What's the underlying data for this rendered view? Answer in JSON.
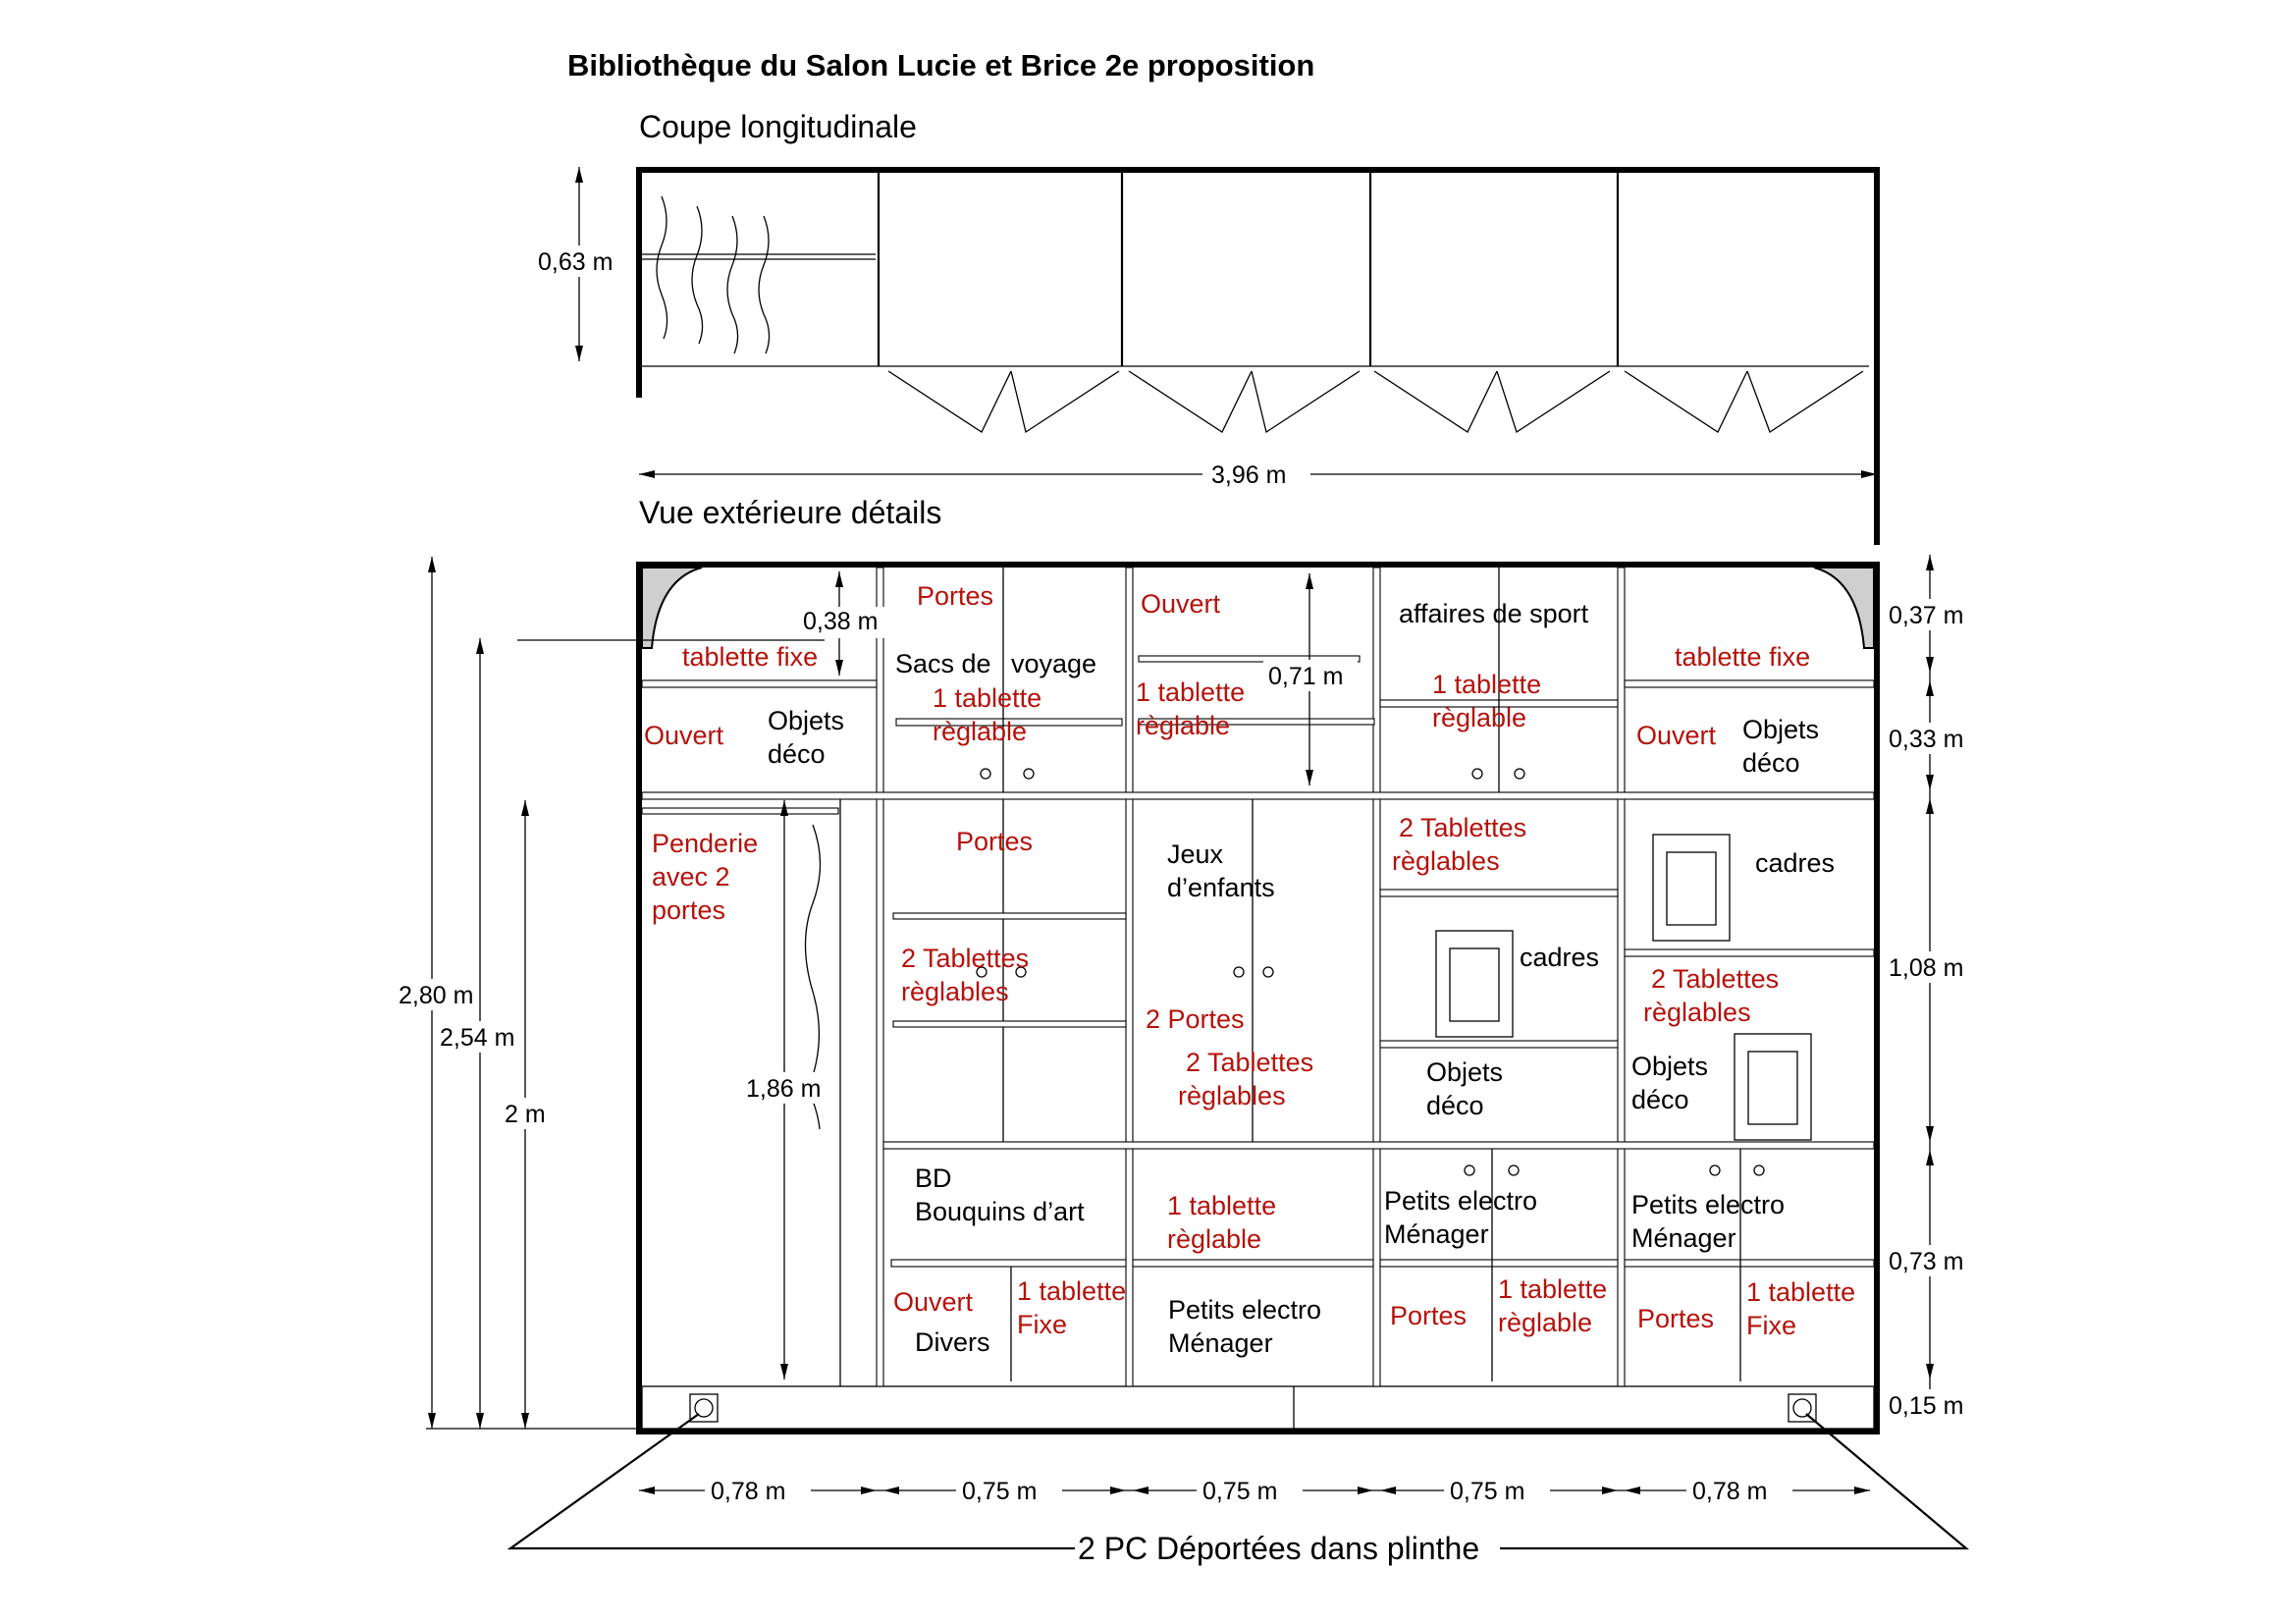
{
  "title": "Bibliothèque du Salon Lucie et Brice 2e proposition",
  "sections": {
    "section_view": "Coupe longitudinale",
    "elevation_view": "Vue extérieure détails"
  },
  "dimensions": {
    "depth_top": "0,63 m",
    "total_width": "3,96 m",
    "height_280": "2,80 m",
    "height_254": "2,54 m",
    "height_2": "2 m",
    "height_186": "1,86 m",
    "height_038": "0,38 m",
    "height_071": "0,71 m",
    "right_037": "0,37 m",
    "right_033": "0,33 m",
    "right_108": "1,08 m",
    "right_073": "0,73 m",
    "right_015": "0,15 m",
    "col_1": "0,78 m",
    "col_2": "0,75 m",
    "col_3": "0,75 m",
    "col_4": "0,75 m",
    "col_5": "0,78 m"
  },
  "labels": {
    "c1_tablette_fixe": "tablette fixe",
    "c1_ouvert": "Ouvert",
    "c1_objets": "Objets",
    "c1_deco": "déco",
    "c1_penderie_1": "Penderie",
    "c1_penderie_2": "avec 2",
    "c1_penderie_3": "portes",
    "c2_portes_top": "Portes",
    "c2_sacs_1": "Sacs de",
    "c2_sacs_2": "voyage",
    "c2_tab_1": "1 tablette",
    "c2_tab_2": "règlable",
    "c2_portes_mid": "Portes",
    "c2_tabs_1": "2 Tablettes",
    "c2_tabs_2": "règlables",
    "c2_bd_1": "BD",
    "c2_bd_2": "Bouquins d’art",
    "c2_ouvert": "Ouvert",
    "c2_divers": "Divers",
    "c2_tfix_1": "1 tablette",
    "c2_tfix_2": "Fixe",
    "c3_ouvert": "Ouvert",
    "c3_tab_1": "1 tablette",
    "c3_tab_2": "règlable",
    "c3_jeux_1": "Jeux",
    "c3_jeux_2": "d’enfants",
    "c3_2portes": "2 Portes",
    "c3_tabs_1": "2 Tablettes",
    "c3_tabs_2": "règlables",
    "c3_bt_tab_1": "1 tablette",
    "c3_bt_tab_2": "règlable",
    "c3_petits_1": "Petits electro",
    "c3_petits_2": "Ménager",
    "c4_sport": "affaires de sport",
    "c4_tab_1": "1 tablette",
    "c4_tab_2": "règlable",
    "c4_tabs_1": "2 Tablettes",
    "c4_tabs_2": "règlables",
    "c4_cadres": "cadres",
    "c4_objets": "Objets",
    "c4_deco": "déco",
    "c4_petits_1": "Petits electro",
    "c4_petits_2": "Ménager",
    "c4_portes": "Portes",
    "c4_bt_tab_1": "1 tablette",
    "c4_bt_tab_2": "règlable",
    "c5_tablette_fixe": "tablette fixe",
    "c5_ouvert": "Ouvert",
    "c5_objets": "Objets",
    "c5_deco": "déco",
    "c5_cadres": "cadres",
    "c5_tabs_1": "2 Tablettes",
    "c5_tabs_2": "règlables",
    "c5_objets2": "Objets",
    "c5_deco2": "déco",
    "c5_petits_1": "Petits electro",
    "c5_petits_2": "Ménager",
    "c5_portes": "Portes",
    "c5_tfix_1": "1 tablette",
    "c5_tfix_2": "Fixe"
  },
  "plinth_note": "2 PC Déportées dans plinthe",
  "colors": {
    "annotation_red": "#b5120b",
    "ink": "#000000"
  }
}
